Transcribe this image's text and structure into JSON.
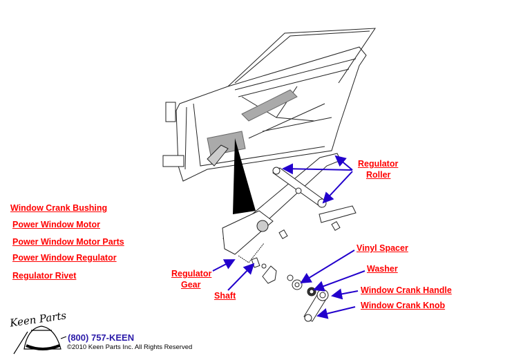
{
  "links": {
    "window_crank_bushing": "Window Crank Bushing",
    "power_window_motor": "Power Window Motor",
    "power_window_motor_parts": "Power Window Motor Parts",
    "power_window_regulator": "Power Window Regulator",
    "regulator_rivet": "Regulator Rivet"
  },
  "callouts": {
    "regulator_roller_1": "Regulator",
    "regulator_roller_2": "Roller",
    "vinyl_spacer": "Vinyl Spacer",
    "washer": "Washer",
    "window_crank_handle": "Window Crank Handle",
    "window_crank_knob": "Window Crank Knob",
    "regulator_gear_1": "Regulator",
    "regulator_gear_2": "Gear",
    "shaft": "Shaft"
  },
  "footer": {
    "logo": "Keen Parts",
    "phone": "(800) 757-KEEN",
    "copyright": "©2010 Keen Parts Inc. All Rights Reserved"
  },
  "colors": {
    "link": "#ff0000",
    "arrow": "#2200cc",
    "phone": "#2a1aa8"
  }
}
